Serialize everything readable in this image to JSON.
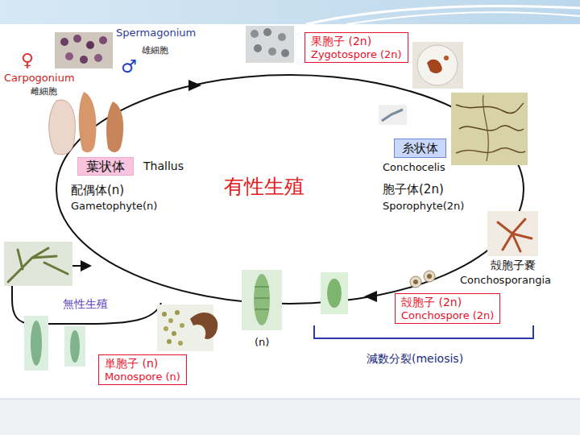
{
  "diagram": {
    "nodes": [
      {
        "text": [
          "果胞子 (2n)",
          "Zygotospore (2n)"
        ]
      },
      {
        "text": [
          "葉状体"
        ]
      },
      {
        "text": [
          "糸状体"
        ]
      },
      {
        "text": [
          "殻胞子 (2n)",
          "Conchospore (2n)"
        ]
      },
      {
        "text": [
          "単胞子 (n)",
          "Monospore (n)"
        ]
      }
    ],
    "labels": [
      "♀",
      "Carpogonium",
      "雌細胞",
      "Spermagonium",
      "雄細胞",
      "♂",
      "Thallus",
      "配偶体(n)",
      "Gametophyte(n)",
      "有性生殖",
      "Conchocelis",
      "胞子体(2n)",
      "Sporophyte(2n)",
      "殻胞子嚢",
      "Conchosporangia",
      "(n)",
      "減数分裂(meiosis)",
      "無性生殖"
    ]
  }
}
